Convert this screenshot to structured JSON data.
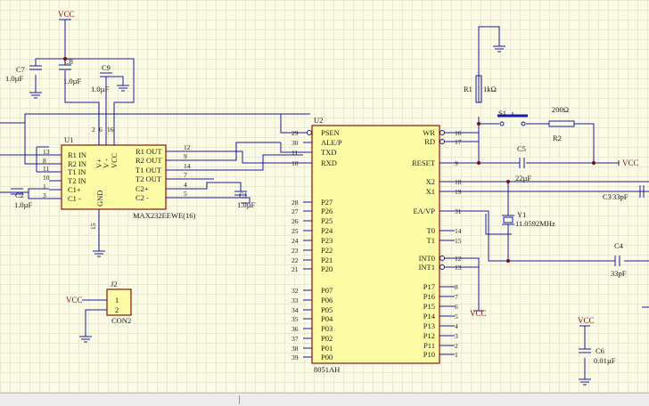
{
  "power": {
    "vcc": "VCC"
  },
  "u1": {
    "ref": "U1",
    "part": "MAX232EEWE(16)",
    "top_pins": [
      {
        "num": "2",
        "name": "V+"
      },
      {
        "num": "6",
        "name": "V -"
      },
      {
        "num": "16",
        "name": "VCC"
      }
    ],
    "gnd": {
      "num": "15",
      "name": "GND"
    },
    "left_pins": [
      {
        "num": "13",
        "name": "R1 IN"
      },
      {
        "num": "8",
        "name": "R2 IN"
      },
      {
        "num": "11",
        "name": "T1 IN"
      },
      {
        "num": "10",
        "name": "T2 IN"
      },
      {
        "num": "1",
        "name": "C1+"
      },
      {
        "num": "3",
        "name": "C1 -"
      }
    ],
    "right_pins": [
      {
        "num": "12",
        "name": "R1 OUT"
      },
      {
        "num": "9",
        "name": "R2 OUT"
      },
      {
        "num": "14",
        "name": "T1 OUT"
      },
      {
        "num": "7",
        "name": "T2 OUT"
      },
      {
        "num": "4",
        "name": "C2+"
      },
      {
        "num": "5",
        "name": "C2 -"
      }
    ]
  },
  "u2": {
    "ref": "U2",
    "part": "8051AH",
    "left_pins": [
      {
        "num": "29",
        "name": "PSEN"
      },
      {
        "num": "30",
        "name": "ALE/P"
      },
      {
        "num": "11",
        "name": "TXD"
      },
      {
        "num": "10",
        "name": "RXD"
      },
      {
        "num": "28",
        "name": "P27"
      },
      {
        "num": "27",
        "name": "P26"
      },
      {
        "num": "26",
        "name": "P25"
      },
      {
        "num": "25",
        "name": "P24"
      },
      {
        "num": "24",
        "name": "P23"
      },
      {
        "num": "23",
        "name": "P22"
      },
      {
        "num": "22",
        "name": "P21"
      },
      {
        "num": "21",
        "name": "P20"
      },
      {
        "num": "32",
        "name": "P07"
      },
      {
        "num": "33",
        "name": "P06"
      },
      {
        "num": "34",
        "name": "P05"
      },
      {
        "num": "35",
        "name": "P04"
      },
      {
        "num": "36",
        "name": "P03"
      },
      {
        "num": "37",
        "name": "P02"
      },
      {
        "num": "38",
        "name": "P01"
      },
      {
        "num": "39",
        "name": "P00"
      }
    ],
    "right_pins": [
      {
        "num": "16",
        "name": "WR"
      },
      {
        "num": "17",
        "name": "RD"
      },
      {
        "num": "9",
        "name": "RESET"
      },
      {
        "num": "18",
        "name": "X2"
      },
      {
        "num": "19",
        "name": "X1"
      },
      {
        "num": "31",
        "name": "EA/VP"
      },
      {
        "num": "14",
        "name": "T0"
      },
      {
        "num": "15",
        "name": "T1"
      },
      {
        "num": "12",
        "name": "INT0"
      },
      {
        "num": "13",
        "name": "INT1"
      },
      {
        "num": "8",
        "name": "P17"
      },
      {
        "num": "7",
        "name": "P16"
      },
      {
        "num": "6",
        "name": "P15"
      },
      {
        "num": "5",
        "name": "P14"
      },
      {
        "num": "4",
        "name": "P13"
      },
      {
        "num": "3",
        "name": "P12"
      },
      {
        "num": "2",
        "name": "P11"
      },
      {
        "num": "1",
        "name": "P10"
      }
    ]
  },
  "capacitors": {
    "c7": {
      "ref": "C7",
      "value": "1.0µF"
    },
    "c8": {
      "ref": "C8",
      "value": "1.0µF"
    },
    "c9": {
      "ref": "C9",
      "value": "1.0µF"
    },
    "c2": {
      "ref": "C2",
      "value": "1.0µF"
    },
    "c1": {
      "ref": "C1",
      "value": "1.0µF"
    },
    "c5": {
      "ref": "C5",
      "value": "22µF"
    },
    "c3": {
      "ref": "C3",
      "value": "33pF"
    },
    "c4": {
      "ref": "C4",
      "value": "33pF"
    },
    "c6": {
      "ref": "C6",
      "value": "0.01µF"
    }
  },
  "resistors": {
    "r1": {
      "ref": "R1",
      "value": "1kΩ"
    },
    "r2": {
      "ref": "R2",
      "value": "200Ω"
    }
  },
  "switch": {
    "ref": "S1"
  },
  "crystal": {
    "ref": "Y1",
    "value": "11.0592MHz"
  },
  "connector": {
    "ref": "J2",
    "part": "CON2",
    "pins": [
      "1",
      "2"
    ]
  }
}
